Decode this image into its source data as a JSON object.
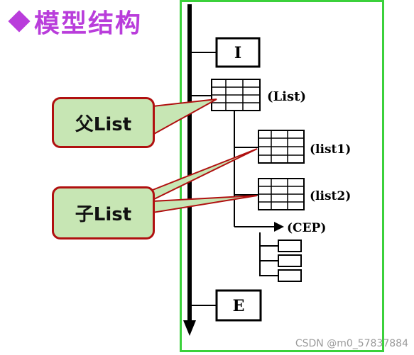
{
  "title": {
    "text": "模型结构",
    "bullet_icon": "diamond-icon",
    "color": "#b93ddb"
  },
  "diagram": {
    "nodes": {
      "I": "I",
      "list": "(List)",
      "list1": "(list1)",
      "list2": "(list2)",
      "cep": "(CEP)",
      "E": "E"
    },
    "frame_color": "#3bd13b",
    "callout_border_color": "#b01010",
    "callout_fill_color": "#c7e6b4"
  },
  "callouts": {
    "parent": "父List",
    "child": "子List"
  },
  "watermark": "CSDN @m0_57837884"
}
